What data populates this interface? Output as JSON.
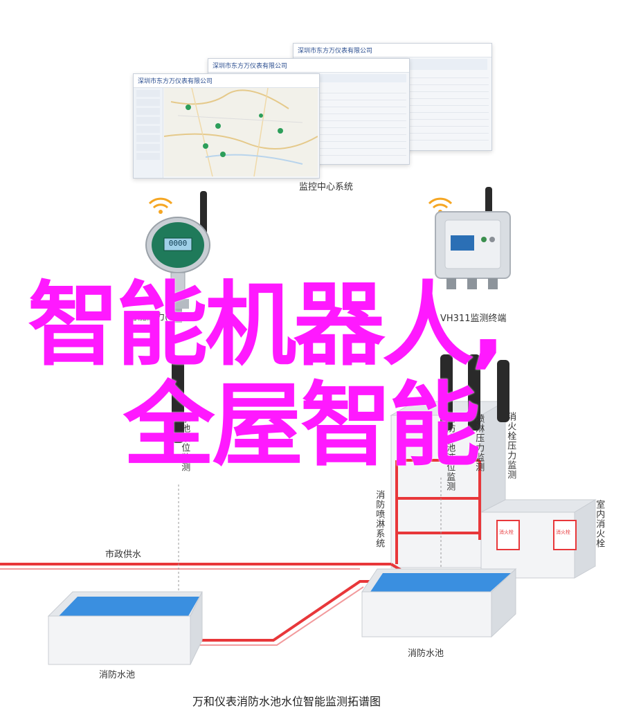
{
  "monitor": {
    "caption": "监控中心系统",
    "screen_back_title": "深圳市东方万仪表有限公司",
    "screen_mid_title": "深圳市东方万仪表有限公司",
    "screen_front_title": "深圳市东方万仪表有限公司"
  },
  "devices": {
    "left_label": "智能压力(位)送器",
    "right_label": "VH311监测终端",
    "lcd_value": "0000"
  },
  "overlay": {
    "line1": "智能机器人,",
    "line2": "全屋智能"
  },
  "sensors": {
    "pool_level": "水池液位监测",
    "sprinkler": "消防喷淋系统",
    "tank_level": "消防水池液位监测",
    "spray_pressure": "喷淋压力监测",
    "hydrant_pressure": "消火栓压力监测",
    "indoor_hydrant": "室内消火栓"
  },
  "pipes": {
    "municipal": "市政供水"
  },
  "pools": {
    "left": "消防水池",
    "right": "消防水池"
  },
  "hydrant_box": {
    "label": "消火栓"
  },
  "footer": {
    "title": "万和仪表消防水池水位智能监测拓谱图"
  },
  "colors": {
    "overlay": "#ff19ff",
    "pipe": "#e8373a",
    "water": "#3a8fe0",
    "wifi": "#f5a623"
  }
}
